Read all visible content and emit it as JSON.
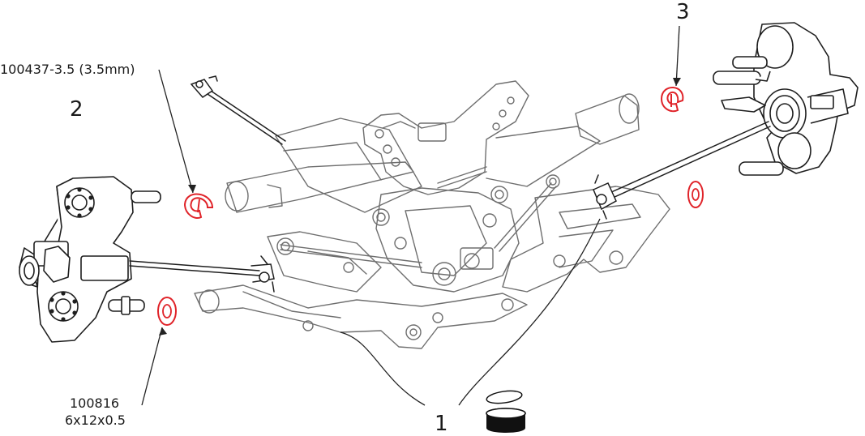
{
  "callouts": {
    "step1": "1",
    "step2": "2",
    "step3": "3",
    "part_clip_code": "100437-3.5 (3.5mm)",
    "part_washer_code": "100816",
    "part_washer_size": "6x12x0.5"
  },
  "colors": {
    "line_art": "#6e6e6e",
    "highlight": "#e0242a",
    "leader": "#222222",
    "grease_tub": "#111111"
  }
}
